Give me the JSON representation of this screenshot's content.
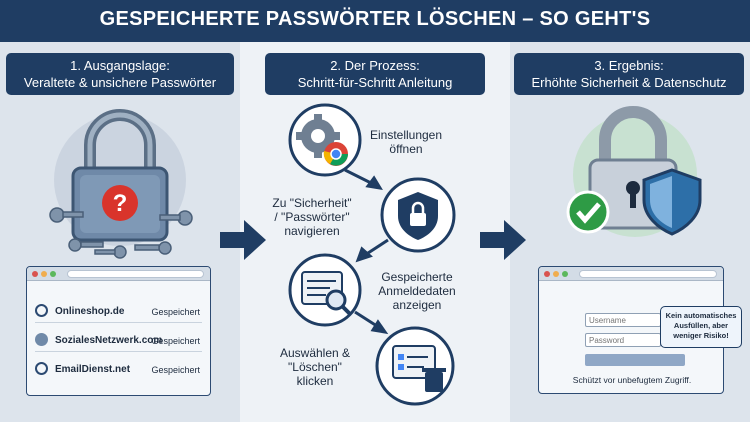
{
  "title": "GESPEICHERTE PASSWÖRTER LÖSCHEN – SO GEHT'S",
  "columns": [
    {
      "header_line1": "1. Ausgangslage:",
      "header_line2": "Veraltete & unsichere Passwörter"
    },
    {
      "header_line1": "2. Der Prozess:",
      "header_line2": "Schritt-für-Schritt Anleitung"
    },
    {
      "header_line1": "3. Ergebnis:",
      "header_line2": "Erhöhte Sicherheit & Datenschutz"
    }
  ],
  "saved_list": [
    {
      "site": "Onlineshop.de",
      "status": "Gespeichert",
      "icon": "globe-icon"
    },
    {
      "site": "SozialesNetzwerk.com",
      "status": "Gespeichert",
      "icon": "user-icon"
    },
    {
      "site": "EmailDienst.net",
      "status": "Gespeichert",
      "icon": "globe-icon"
    }
  ],
  "steps": [
    {
      "line1": "Einstellungen",
      "line2": "öffnen",
      "line3": "",
      "icon": "gear-chrome-icon"
    },
    {
      "line1": "Zu \"Sicherheit\"",
      "line2": "/ \"Passwörter\"",
      "line3": "navigieren",
      "icon": "shield-lock-icon"
    },
    {
      "line1": "Gespeicherte",
      "line2": "Anmeldedaten",
      "line3": "anzeigen",
      "icon": "magnifier-list-icon"
    },
    {
      "line1": "Auswählen &",
      "line2": "\"Löschen\"",
      "line3": "klicken",
      "icon": "trash-list-icon"
    }
  ],
  "result_form": {
    "username_placeholder": "Username",
    "password_placeholder": "Password",
    "tooltip_line1": "Kein automatisches",
    "tooltip_line2": "Ausfüllen, aber",
    "tooltip_line3": "weniger Risiko!",
    "caption": "Schützt vor unbefugtem Zugriff."
  },
  "colors": {
    "navy": "#1f3d63",
    "accent_red": "#d9342b",
    "green": "#2e9b45",
    "chrome_red": "#db4437",
    "chrome_yellow": "#f4b400",
    "chrome_green": "#0f9d58",
    "chrome_blue": "#4285f4"
  }
}
